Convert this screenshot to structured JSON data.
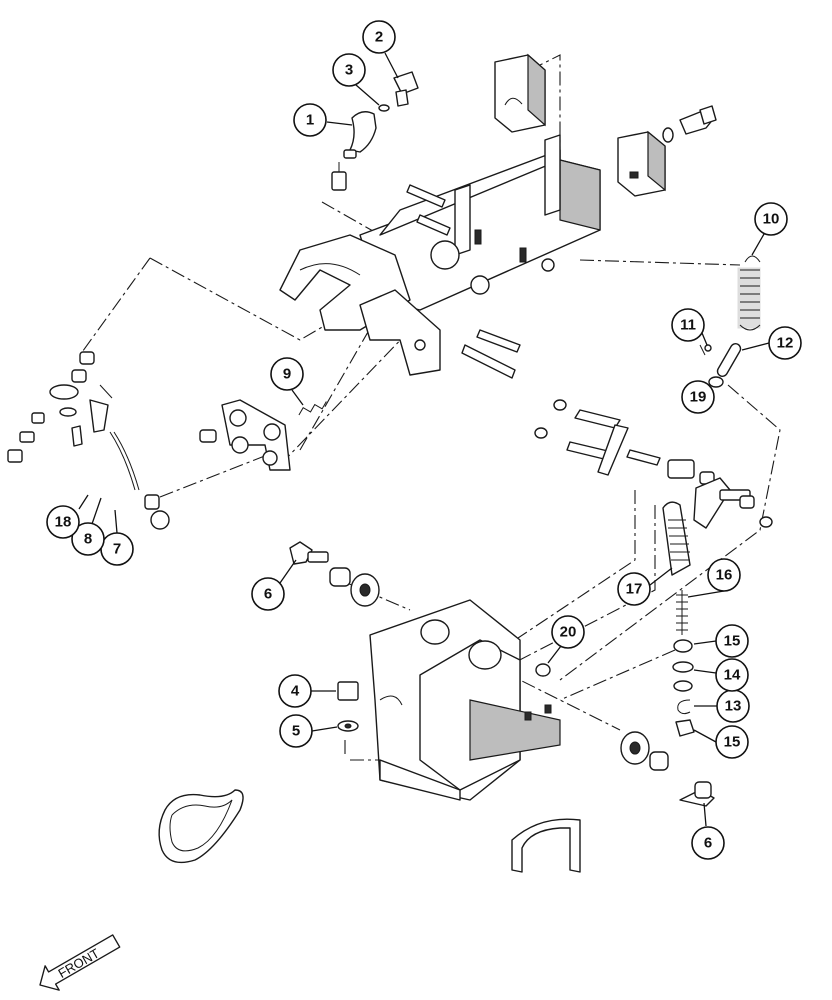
{
  "callouts": [
    {
      "id": "1",
      "label": "1"
    },
    {
      "id": "2",
      "label": "2"
    },
    {
      "id": "3",
      "label": "3"
    },
    {
      "id": "4",
      "label": "4"
    },
    {
      "id": "5",
      "label": "5"
    },
    {
      "id": "6a",
      "label": "6"
    },
    {
      "id": "6b",
      "label": "6"
    },
    {
      "id": "7",
      "label": "7"
    },
    {
      "id": "8",
      "label": "8"
    },
    {
      "id": "9",
      "label": "9"
    },
    {
      "id": "10",
      "label": "10"
    },
    {
      "id": "11",
      "label": "11"
    },
    {
      "id": "12",
      "label": "12"
    },
    {
      "id": "13",
      "label": "13"
    },
    {
      "id": "14",
      "label": "14"
    },
    {
      "id": "15a",
      "label": "15"
    },
    {
      "id": "15b",
      "label": "15"
    },
    {
      "id": "16",
      "label": "16"
    },
    {
      "id": "17",
      "label": "17"
    },
    {
      "id": "18",
      "label": "18"
    },
    {
      "id": "19",
      "label": "19"
    },
    {
      "id": "20",
      "label": "20"
    }
  ],
  "front_label": "FRONT"
}
